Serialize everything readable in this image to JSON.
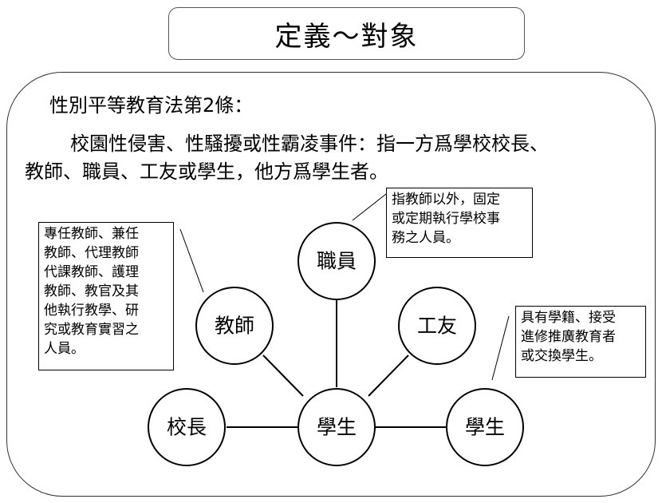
{
  "header": {
    "title": "定義～對象"
  },
  "law": {
    "title": "性別平等教育法第2條：",
    "line1": "校園性侵害、性騷擾或性霸凌事件：指一方爲學校校長、",
    "line2": "教師、職員、工友或學生，他方爲學生者。"
  },
  "nodes": {
    "center": "學生",
    "principal": "校長",
    "teacher": "教師",
    "staff": "職員",
    "worker": "工友",
    "student": "學生"
  },
  "notes": {
    "teacher": [
      "專任教師、兼任",
      "教師、代理教師",
      "代課教師、護理",
      "教師、教官及其",
      "他執行教學、研",
      "究或教育實習之",
      "人員。"
    ],
    "staff": [
      "指教師以外，固定",
      "或定期執行學校事",
      "務之人員。"
    ],
    "student": [
      "具有學籍、接受",
      "進修推廣教育者",
      "或交換學生。"
    ]
  }
}
